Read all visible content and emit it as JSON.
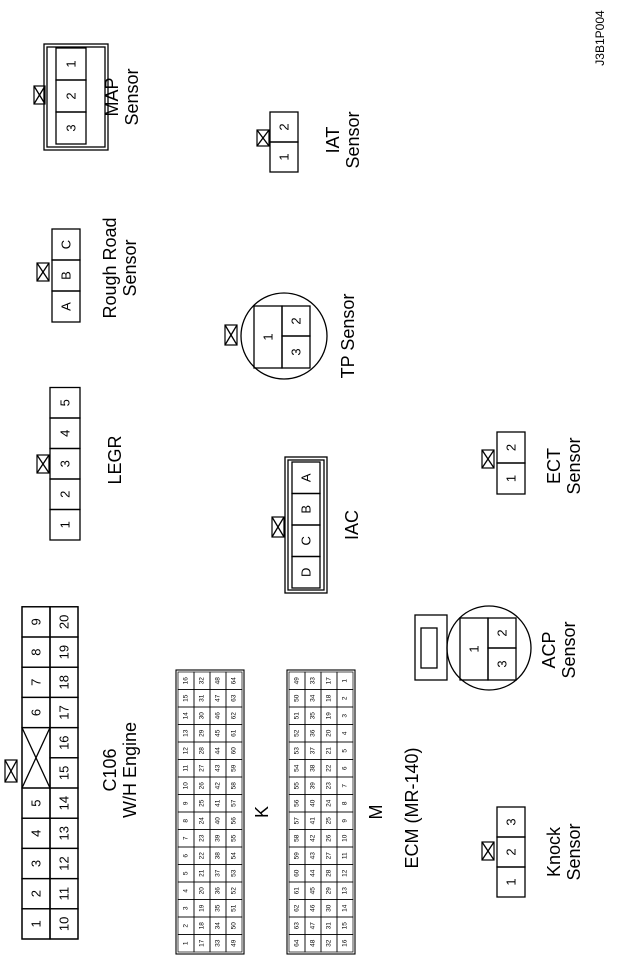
{
  "figure_id": "J3B1P004",
  "connectors": {
    "map": {
      "label_lines": [
        "MAP",
        "Sensor"
      ],
      "pins": [
        "3",
        "2",
        "1"
      ]
    },
    "iat": {
      "label_lines": [
        "IAT",
        "Sensor"
      ],
      "pins": [
        "1",
        "2"
      ]
    },
    "rough_road": {
      "label_lines": [
        "Rough Road",
        "Sensor"
      ],
      "pins": [
        "A",
        "B",
        "C"
      ]
    },
    "tp": {
      "label_lines": [
        "TP Sensor"
      ],
      "pins": [
        "1",
        "2",
        "3"
      ]
    },
    "legr": {
      "label_lines": [
        "LEGR"
      ],
      "pins": [
        "1",
        "2",
        "3",
        "4",
        "5"
      ]
    },
    "ect": {
      "label_lines": [
        "ECT",
        "Sensor"
      ],
      "pins": [
        "1",
        "2"
      ]
    },
    "iac": {
      "label_lines": [
        "IAC"
      ],
      "pins": [
        "D",
        "C",
        "B",
        "A"
      ]
    },
    "acp": {
      "label_lines": [
        "ACP",
        "Sensor"
      ],
      "pins": [
        "1",
        "2",
        "3"
      ]
    },
    "c106": {
      "label_lines": [
        "C106",
        "W/H Engine"
      ],
      "rows": [
        [
          "1",
          "2",
          "3",
          "4",
          "5",
          "6",
          "7",
          "8",
          "9"
        ],
        [
          "10",
          "11",
          "12",
          "13",
          "14",
          "15",
          "16",
          "17",
          "18",
          "19",
          "20"
        ]
      ]
    },
    "ecm": {
      "label": "ECM (MR-140)",
      "k": {
        "label": "K",
        "rows": [
          [
            "1",
            "2",
            "3",
            "4",
            "5",
            "6",
            "7",
            "8",
            "9",
            "10",
            "11",
            "12",
            "13",
            "14",
            "15",
            "16"
          ],
          [
            "17",
            "18",
            "19",
            "20",
            "21",
            "22",
            "23",
            "24",
            "25",
            "26",
            "27",
            "28",
            "29",
            "30",
            "31",
            "32"
          ],
          [
            "33",
            "34",
            "35",
            "36",
            "37",
            "38",
            "39",
            "40",
            "41",
            "42",
            "43",
            "44",
            "45",
            "46",
            "47",
            "48"
          ],
          [
            "49",
            "50",
            "51",
            "52",
            "53",
            "54",
            "55",
            "56",
            "57",
            "58",
            "59",
            "60",
            "61",
            "62",
            "63",
            "64"
          ]
        ]
      },
      "m": {
        "label": "M",
        "rows": [
          [
            "64",
            "63",
            "62",
            "61",
            "60",
            "59",
            "58",
            "57",
            "56",
            "55",
            "54",
            "53",
            "52",
            "51",
            "50",
            "49"
          ],
          [
            "48",
            "47",
            "46",
            "45",
            "44",
            "43",
            "42",
            "41",
            "40",
            "39",
            "38",
            "37",
            "36",
            "35",
            "34",
            "33"
          ],
          [
            "32",
            "31",
            "30",
            "29",
            "28",
            "27",
            "26",
            "25",
            "24",
            "23",
            "22",
            "21",
            "20",
            "19",
            "18",
            "17"
          ],
          [
            "16",
            "15",
            "14",
            "13",
            "12",
            "11",
            "10",
            "9",
            "8",
            "7",
            "6",
            "5",
            "4",
            "3",
            "2",
            "1"
          ]
        ]
      }
    },
    "knock": {
      "label_lines": [
        "Knock",
        "Sensor"
      ],
      "pins": [
        "1",
        "2",
        "3"
      ]
    }
  }
}
